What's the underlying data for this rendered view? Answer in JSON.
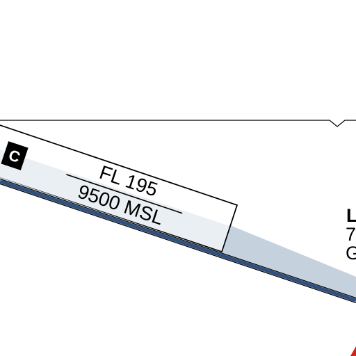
{
  "airspace": {
    "class_badge": "C",
    "ceiling": "FL 195",
    "floor": "9500 MSL"
  },
  "side_label": {
    "line1": "L",
    "line2": "7",
    "line3": "G"
  },
  "colors": {
    "band_fill": "#c5d1dd",
    "label_box_fill": "#eaeff4",
    "boundary_blue": "#2f4f7f",
    "line_black": "#000000",
    "badge_fill": "#000000",
    "badge_text": "#ffffff",
    "accent_red": "#d32020"
  }
}
